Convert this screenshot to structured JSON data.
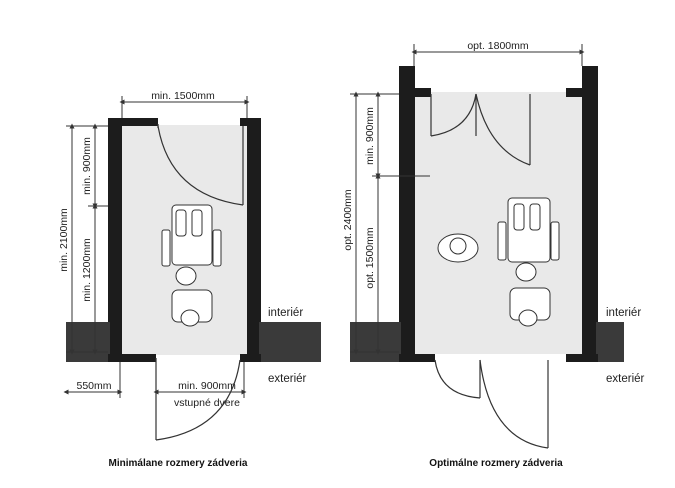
{
  "left_plan": {
    "caption": "Minimálane rozmery zádveria",
    "width_dim": "min. 1500mm",
    "depth_total_dim": "min. 2100mm",
    "depth_upper_dim": "min. 900mm",
    "depth_lower_dim": "min. 1200mm",
    "jamb_dim": "550mm",
    "door_dim": "min. 900mm",
    "door_label": "vstupné dvere",
    "interior_label": "interiér",
    "exterior_label": "exteriér"
  },
  "right_plan": {
    "caption": "Optimálne rozmery zádveria",
    "width_dim": "opt. 1800mm",
    "depth_total_dim": "opt. 2400mm",
    "depth_upper_dim": "min. 900mm",
    "depth_lower_dim": "opt. 1500mm",
    "interior_label": "interiér",
    "exterior_label": "exteriér"
  }
}
